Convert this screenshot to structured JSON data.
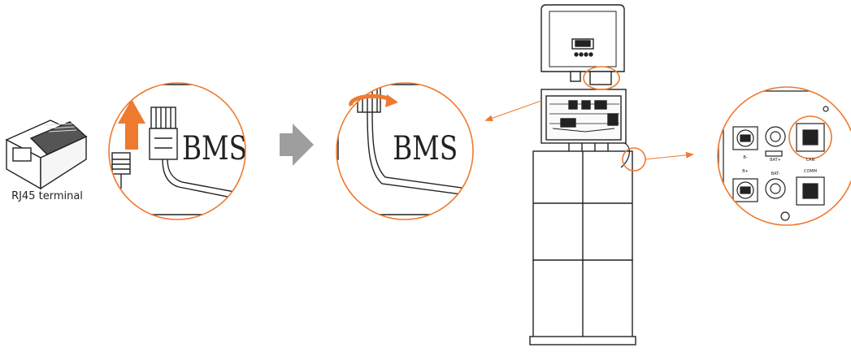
{
  "caption": "RJ45 terminal",
  "panel1": {
    "text": "BMS"
  },
  "panel2": {
    "text": "BMS"
  },
  "detail": {
    "can_label": "CAN",
    "comm_label": "COMM",
    "bat_plus_label": "BAT+",
    "bat_minus_label": "BAT-",
    "b_plus_label": "B+",
    "b_minus_label": "B-"
  },
  "colors": {
    "accent": "#ee7a30",
    "line": "#222222",
    "step_arrow": "#9e9e9e"
  }
}
